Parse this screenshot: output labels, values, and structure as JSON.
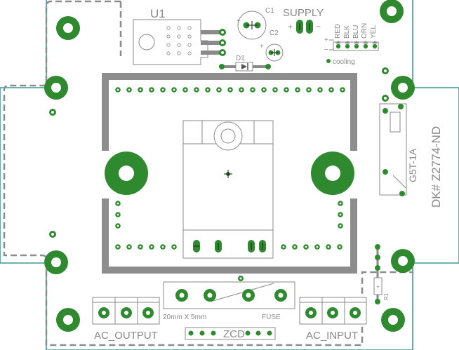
{
  "board": {
    "colors": {
      "outline": "#3a9a8f",
      "silk": "#8a8a8a",
      "dash": "#8c8c8c",
      "pad": "#2f8a2f",
      "pad_hole": "#ffffff",
      "pad_ring": "#1f5f1f",
      "frame": "#8d8d8d",
      "background": "#ffffff"
    },
    "labels": {
      "u1": "U1",
      "c1": "C1",
      "c2": "C2",
      "supply": "SUPPLY",
      "d1": "D1",
      "cooling": "cooling",
      "wire_red": "RED",
      "wire_blk": "BLK",
      "wire_blu": "BLU",
      "wire_orn": "ORN",
      "wire_yel": "YEL",
      "relay": "G5T-1A",
      "dk": "DK#  Z2774-ND",
      "r1": "R1",
      "fuse_size": "20mm X 5mm",
      "fuse": "FUSE",
      "ac_output": "AC_OUTPUT",
      "ac_input": "AC_INPUT",
      "zcd": "ZCD",
      "plus": "+",
      "minus": "−"
    }
  }
}
